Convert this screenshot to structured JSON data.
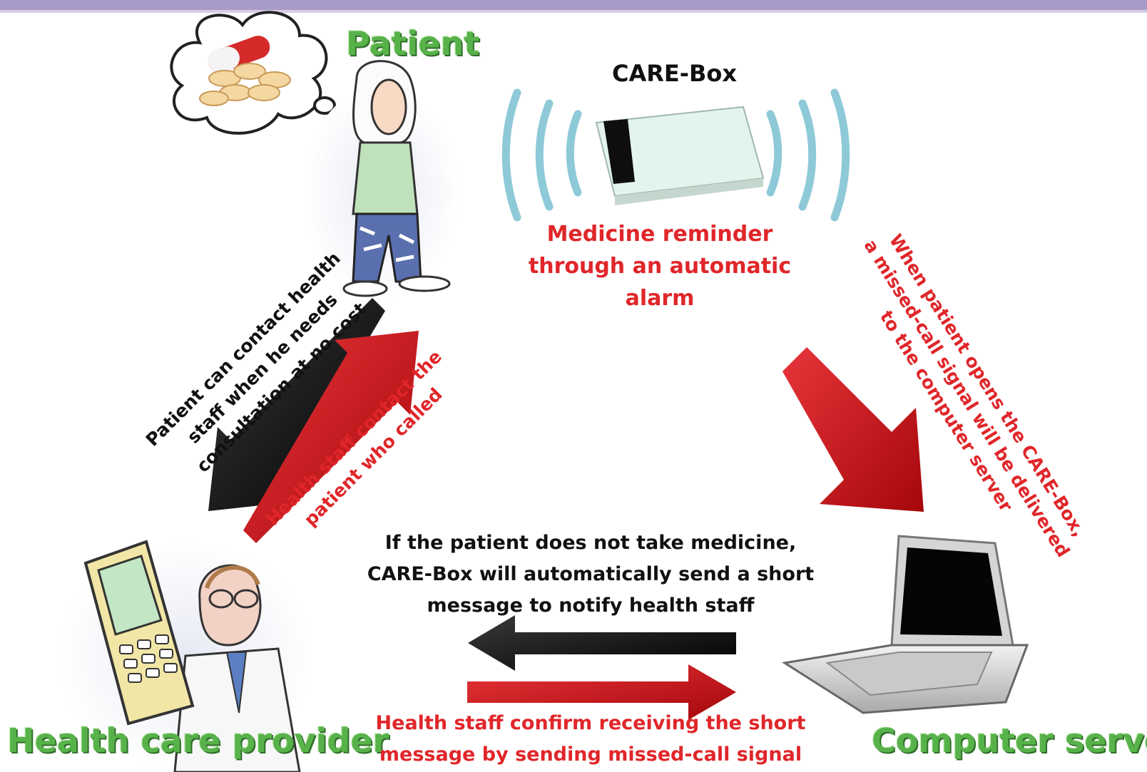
{
  "labels": {
    "patient": "Patient",
    "care_box": "CARE-Box",
    "provider": "Health care provider",
    "server": "Computer server"
  },
  "messages": {
    "reminder": [
      "Medicine reminder",
      "through an automatic",
      "alarm"
    ],
    "patient_contact": [
      "Patient can contact health",
      "staff when he needs",
      "consultation at no cost"
    ],
    "staff_contact": [
      "Health staff contact the",
      "patient who called"
    ],
    "box_open": [
      "When patient opens the CARE-Box,",
      "a missed-call signal will be delivered",
      "to the computer server"
    ],
    "no_medicine": [
      "If the patient does not take medicine,",
      "CARE-Box will automatically send a short",
      "message to notify health staff"
    ],
    "confirm": [
      "Health staff confirm receiving the short",
      "message by sending missed-call signal"
    ]
  },
  "colors": {
    "title_green": "#58b24a",
    "message_red": "#e0262a",
    "message_black": "#111111",
    "signal_waves": "#8ec9d8",
    "top_bar": "#a89ac8"
  }
}
